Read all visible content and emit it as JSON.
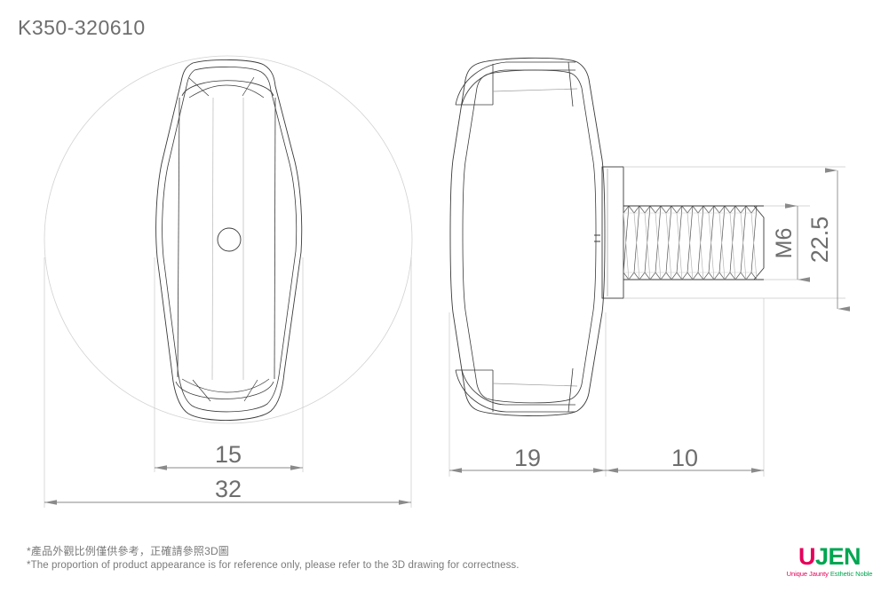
{
  "title": "K350-320610",
  "drawing": {
    "part_label": "K350-320610",
    "views": {
      "front": {
        "name": "front-view",
        "outline": "elongated-knob-profile",
        "center_hole": "through-hole"
      },
      "side": {
        "name": "side-view",
        "outline": "knob-with-threaded-stud"
      }
    }
  },
  "dimensions": {
    "inner_width": "15",
    "overall_width": "32",
    "knob_height": "19",
    "thread_length": "10",
    "thread_spec": "M6",
    "total_length": "22.5"
  },
  "footnotes": {
    "chinese": "*產品外觀比例僅供參考，正確請參照3D圖",
    "english": "*The proportion of product appearance is for reference only, please refer to the 3D drawing for correctness."
  },
  "logo": {
    "word_first": "U",
    "word_rest": "JEN",
    "tagline_first": "Unique Jaunty ",
    "tagline_second": "Esthetic Noble"
  },
  "colors": {
    "brand_pink": "#e5005a",
    "brand_green": "#00a651",
    "line": "#3a3a3a",
    "construction_line": "#c8c8c8",
    "dimension_line": "#8a8a8a",
    "text": "#6e6e6e"
  }
}
